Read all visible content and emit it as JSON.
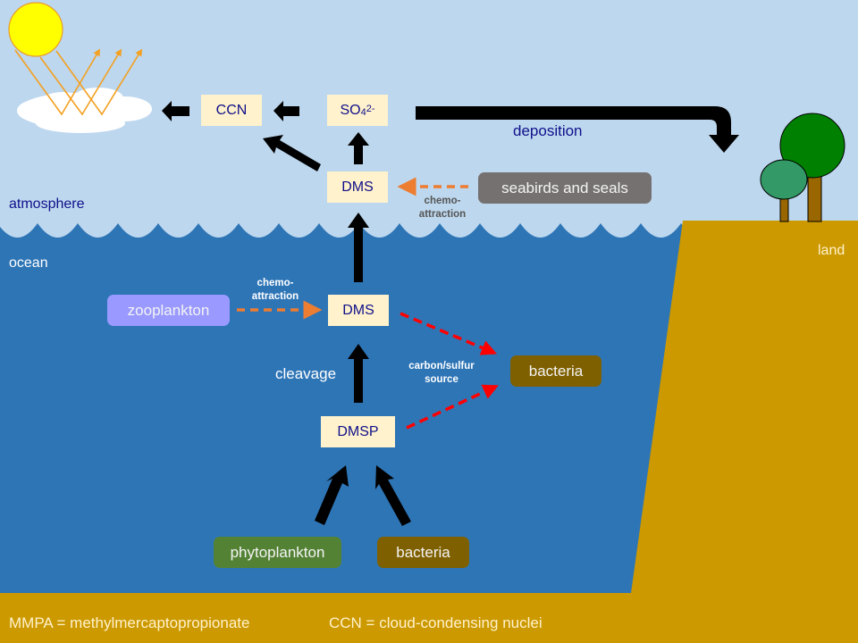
{
  "regions": {
    "atmosphere": "atmosphere",
    "ocean": "ocean",
    "land": "land"
  },
  "nodes": {
    "ccn": "CCN",
    "so4_base": "SO",
    "so4_sub": "4",
    "so4_sup": "2-",
    "dms_air": "DMS",
    "dms_sea": "DMS",
    "dmsp": "DMSP",
    "seabirds": "seabirds and seals",
    "zooplankton": "zooplankton",
    "bacteria_right": "bacteria",
    "phytoplankton": "phytoplankton",
    "bacteria_bottom": "bacteria"
  },
  "labels": {
    "deposition": "deposition",
    "chemo_air_1": "chemo-",
    "chemo_air_2": "attraction",
    "chemo_sea_1": "chemo-",
    "chemo_sea_2": "attraction",
    "cleavage": "cleavage",
    "carbon_1": "carbon/sulfur",
    "carbon_2": "source"
  },
  "footer": {
    "mmpa": "MMPA = methylmercaptopropionate",
    "ccn": "CCN = cloud-condensing nuclei"
  },
  "colors": {
    "sky": "#bdd7ee",
    "ocean": "#2e75b6",
    "land": "#cc9900",
    "node_fill": "#fff2cc",
    "node_text": "#10108a",
    "seabirds": "#767171",
    "zooplankton": "#9999ff",
    "bacteria": "#7f6000",
    "phytoplankton": "#548235",
    "chemo_arrow": "#ed7d31",
    "carbon_arrow": "#ff0000",
    "sun": "#ffff00",
    "sun_rays": "#f4a020"
  }
}
